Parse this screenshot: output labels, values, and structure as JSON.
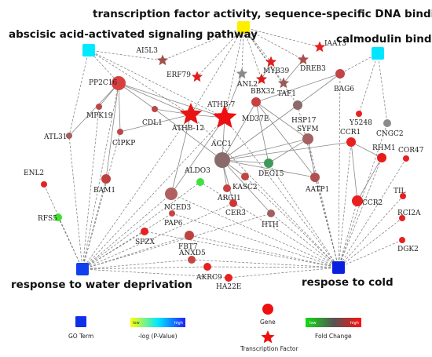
{
  "go_terms": [
    {
      "id": "tf",
      "label": "transcription factor activity, sequence-specific DNA binding",
      "color": "#ffee00"
    },
    {
      "id": "aba",
      "label": "abscisic acid-activated signaling pathway",
      "color": "#00eaff"
    },
    {
      "id": "calm",
      "label": "calmodulin binding",
      "color": "#00e5ff"
    },
    {
      "id": "water",
      "label": "response to water deprivation",
      "color": "#1040ee"
    },
    {
      "id": "cold",
      "label": "respose to cold",
      "color": "#0a20e0"
    }
  ],
  "nodes": [
    {
      "id": "AI5L3",
      "label": "AI5L3",
      "shape": "star",
      "color": "#a0524a"
    },
    {
      "id": "IAA13",
      "label": "IAA13",
      "shape": "star",
      "color": "#e8201f"
    },
    {
      "id": "ERF79",
      "label": "ERF79",
      "shape": "star",
      "color": "#e02020"
    },
    {
      "id": "ANL2",
      "label": "ANL2",
      "shape": "star",
      "color": "#8a8a8a"
    },
    {
      "id": "MYB39",
      "label": "MYB39",
      "shape": "star",
      "color": "#e02020"
    },
    {
      "id": "DREB3",
      "label": "DREB3",
      "shape": "star",
      "color": "#a8504c"
    },
    {
      "id": "TAF1",
      "label": "TAF1",
      "shape": "star",
      "color": "#9a5a55"
    },
    {
      "id": "BBX32",
      "label": "BBX32",
      "shape": "star",
      "color": "#d62020"
    },
    {
      "id": "ATHB-7",
      "label": "ATHB-7",
      "shape": "star",
      "color": "#ee1010"
    },
    {
      "id": "ATHB-12",
      "label": "ATHB-12",
      "shape": "star",
      "color": "#e81414"
    },
    {
      "id": "PP2C16",
      "label": "PP2C16",
      "shape": "circle",
      "color": "#d84040"
    },
    {
      "id": "MPK19",
      "label": "MPK19",
      "shape": "circle",
      "color": "#b84848"
    },
    {
      "id": "CDL1",
      "label": "CDL1",
      "shape": "circle",
      "color": "#b84848"
    },
    {
      "id": "CIPKP",
      "label": "CIPKP",
      "shape": "circle",
      "color": "#b84848"
    },
    {
      "id": "BAG6",
      "label": "BAG6",
      "shape": "circle",
      "color": "#c04545"
    },
    {
      "id": "HSP17",
      "label": "HSP17",
      "shape": "circle",
      "color": "#8a6a6a"
    },
    {
      "id": "MD37E",
      "label": "MD37E",
      "shape": "circle",
      "color": "#c84040"
    },
    {
      "id": "Y5248",
      "label": "Y5248",
      "shape": "circle",
      "color": "#e82020"
    },
    {
      "id": "CNGC2",
      "label": "CNGC2",
      "shape": "circle",
      "color": "#8a8a8a"
    },
    {
      "id": "ATL31",
      "label": "ATL31",
      "shape": "circle",
      "color": "#a06060"
    },
    {
      "id": "SYFM",
      "label": "SYFM",
      "shape": "circle",
      "color": "#a56060"
    },
    {
      "id": "ACC1",
      "label": "ACC1",
      "shape": "circle",
      "color": "#8a6a6a"
    },
    {
      "id": "DEG15",
      "label": "DEG15",
      "shape": "circle",
      "color": "#3d9a5a"
    },
    {
      "id": "KASC2",
      "label": "KASC2",
      "shape": "circle",
      "color": "#c04545"
    },
    {
      "id": "AATP1",
      "label": "AATP1",
      "shape": "circle",
      "color": "#b05050"
    },
    {
      "id": "CCR1",
      "label": "CCR1",
      "shape": "circle",
      "color": "#e82020"
    },
    {
      "id": "RHM1",
      "label": "RHM1",
      "shape": "circle",
      "color": "#e81a1a"
    },
    {
      "id": "COR47",
      "label": "COR47",
      "shape": "circle",
      "color": "#e82020"
    },
    {
      "id": "ENL2",
      "label": "ENL2",
      "shape": "circle",
      "color": "#e82020"
    },
    {
      "id": "BAM1",
      "label": "BAM1",
      "shape": "circle",
      "color": "#c04040"
    },
    {
      "id": "ALDO3",
      "label": "ALDO3",
      "shape": "circle",
      "color": "#40e040"
    },
    {
      "id": "ARGI1",
      "label": "ARGI1",
      "shape": "circle",
      "color": "#c84040"
    },
    {
      "id": "CER3",
      "label": "CER3",
      "shape": "circle",
      "color": "#d03535"
    },
    {
      "id": "NCED3",
      "label": "NCED3",
      "shape": "circle",
      "color": "#b06060"
    },
    {
      "id": "CCR2",
      "label": "CCR2",
      "shape": "circle",
      "color": "#e82020"
    },
    {
      "id": "TIL",
      "label": "TIL",
      "shape": "circle",
      "color": "#e82020"
    },
    {
      "id": "RFS5",
      "label": "RFS5",
      "shape": "circle",
      "color": "#40e030"
    },
    {
      "id": "HTH",
      "label": "HTH",
      "shape": "circle",
      "color": "#a06060"
    },
    {
      "id": "RCI2A",
      "label": "RCI2A",
      "shape": "circle",
      "color": "#e82020"
    },
    {
      "id": "PAP6",
      "label": "PAP6",
      "shape": "circle",
      "color": "#c84545"
    },
    {
      "id": "SPZX",
      "label": "SPZX",
      "shape": "circle",
      "color": "#e82020"
    },
    {
      "id": "FBT7",
      "label": "FBT7",
      "shape": "circle",
      "color": "#c04040"
    },
    {
      "id": "DGK2",
      "label": "DGK2",
      "shape": "circle",
      "color": "#e82020"
    },
    {
      "id": "ANXD5",
      "label": "ANXD5",
      "shape": "circle",
      "color": "#c84545"
    },
    {
      "id": "AKRC9",
      "label": "AKRC9",
      "shape": "circle",
      "color": "#e82020"
    },
    {
      "id": "HA22E",
      "label": "HA22E",
      "shape": "circle",
      "color": "#e82020"
    }
  ],
  "edges_go": [
    [
      "tf",
      "AI5L3"
    ],
    [
      "tf",
      "IAA13"
    ],
    [
      "tf",
      "ERF79"
    ],
    [
      "tf",
      "ANL2"
    ],
    [
      "tf",
      "MYB39"
    ],
    [
      "tf",
      "DREB3"
    ],
    [
      "tf",
      "TAF1"
    ],
    [
      "tf",
      "BBX32"
    ],
    [
      "tf",
      "ATHB-7"
    ],
    [
      "tf",
      "ATHB-12"
    ],
    [
      "tf",
      "HSP17"
    ],
    [
      "aba",
      "PP2C16"
    ],
    [
      "aba",
      "ATHB-7"
    ],
    [
      "aba",
      "ATHB-12"
    ],
    [
      "aba",
      "ATL31"
    ],
    [
      "aba",
      "AI5L3"
    ],
    [
      "calm",
      "BAG6"
    ],
    [
      "calm",
      "Y5248"
    ],
    [
      "calm",
      "CNGC2"
    ],
    [
      "water",
      "ATL31"
    ],
    [
      "water",
      "ENL2"
    ],
    [
      "water",
      "RFS5"
    ],
    [
      "water",
      "BAM1"
    ],
    [
      "water",
      "NCED3"
    ],
    [
      "water",
      "PAP6"
    ],
    [
      "water",
      "SPZX"
    ],
    [
      "water",
      "FBT7"
    ],
    [
      "water",
      "ANXD5"
    ],
    [
      "water",
      "AKRC9"
    ],
    [
      "water",
      "HA22E"
    ],
    [
      "water",
      "ATHB-7"
    ],
    [
      "water",
      "ATHB-12"
    ],
    [
      "water",
      "PP2C16"
    ],
    [
      "water",
      "ALDO3"
    ],
    [
      "water",
      "CER3"
    ],
    [
      "water",
      "CIPKP"
    ],
    [
      "water",
      "MPK19"
    ],
    [
      "water",
      "HTH"
    ],
    [
      "cold",
      "CCR2"
    ],
    [
      "cold",
      "CCR1"
    ],
    [
      "cold",
      "RHM1"
    ],
    [
      "cold",
      "COR47"
    ],
    [
      "cold",
      "TIL"
    ],
    [
      "cold",
      "RCI2A"
    ],
    [
      "cold",
      "DGK2"
    ],
    [
      "cold",
      "HA22E"
    ],
    [
      "cold",
      "AKRC9"
    ],
    [
      "cold",
      "FBT7"
    ],
    [
      "cold",
      "ANXD5"
    ],
    [
      "cold",
      "KASC2"
    ],
    [
      "cold",
      "AATP1"
    ],
    [
      "cold",
      "ATHB-7"
    ],
    [
      "cold",
      "ATHB-12"
    ],
    [
      "cold",
      "CNGC2"
    ],
    [
      "cold",
      "BAG6"
    ],
    [
      "cold",
      "HSP17"
    ],
    [
      "cold",
      "DEG15"
    ],
    [
      "cold",
      "ALDO3"
    ],
    [
      "cold",
      "HTH"
    ],
    [
      "cold",
      "NCED3"
    ],
    [
      "cold",
      "PAP6"
    ],
    [
      "cold",
      "SPZX"
    ],
    [
      "cold",
      "SYFM"
    ]
  ],
  "edges_gene": [
    [
      "PP2C16",
      "ATHB-12"
    ],
    [
      "PP2C16",
      "ATHB-7"
    ],
    [
      "PP2C16",
      "MPK19"
    ],
    [
      "PP2C16",
      "CDL1"
    ],
    [
      "PP2C16",
      "CIPKP"
    ],
    [
      "PP2C16",
      "BAM1"
    ],
    [
      "PP2C16",
      "ATL31"
    ],
    [
      "ATHB-12",
      "ATHB-7"
    ],
    [
      "ATHB-12",
      "CDL1"
    ],
    [
      "ATHB-12",
      "CIPKP"
    ],
    [
      "ATHB-12",
      "NCED3"
    ],
    [
      "ATHB-7",
      "NCED3"
    ],
    [
      "ATHB-7",
      "ACC1"
    ],
    [
      "ACC1",
      "MD37E"
    ],
    [
      "ACC1",
      "SYFM"
    ],
    [
      "ACC1",
      "DEG15"
    ],
    [
      "ACC1",
      "KASC2"
    ],
    [
      "ACC1",
      "ARGI1"
    ],
    [
      "ACC1",
      "CER3"
    ],
    [
      "ACC1",
      "HTH"
    ],
    [
      "ACC1",
      "CDL1"
    ],
    [
      "ACC1",
      "AATP1"
    ],
    [
      "ACC1",
      "CCR1"
    ],
    [
      "ACC1",
      "HSP17"
    ],
    [
      "MD37E",
      "DEG15"
    ],
    [
      "MD37E",
      "SYFM"
    ],
    [
      "MD37E",
      "AATP1"
    ],
    [
      "SYFM",
      "AATP1"
    ],
    [
      "SYFM",
      "DEG15"
    ],
    [
      "BAG6",
      "HSP17"
    ],
    [
      "BAG6",
      "MD37E"
    ],
    [
      "CCR1",
      "RHM1"
    ],
    [
      "CCR1",
      "CCR2"
    ],
    [
      "RHM1",
      "CCR2"
    ],
    [
      "ANL2",
      "ATHB-7"
    ],
    [
      "MYB39",
      "BBX32"
    ],
    [
      "DREB3",
      "TAF1"
    ]
  ],
  "legend": {
    "go_term_label": "GO Term",
    "pvalue_low": "low",
    "pvalue_high": "high",
    "pvalue_label": "-log (P-Value)",
    "gene_label": "Gene",
    "tf_label": "Transcription Factor",
    "fc_low": "low",
    "fc_high": "high",
    "fc_label": "Fold Change"
  },
  "colors": {
    "go_edge": "#777777",
    "gene_edge": "#888888",
    "node_stroke": "#ffffff"
  }
}
